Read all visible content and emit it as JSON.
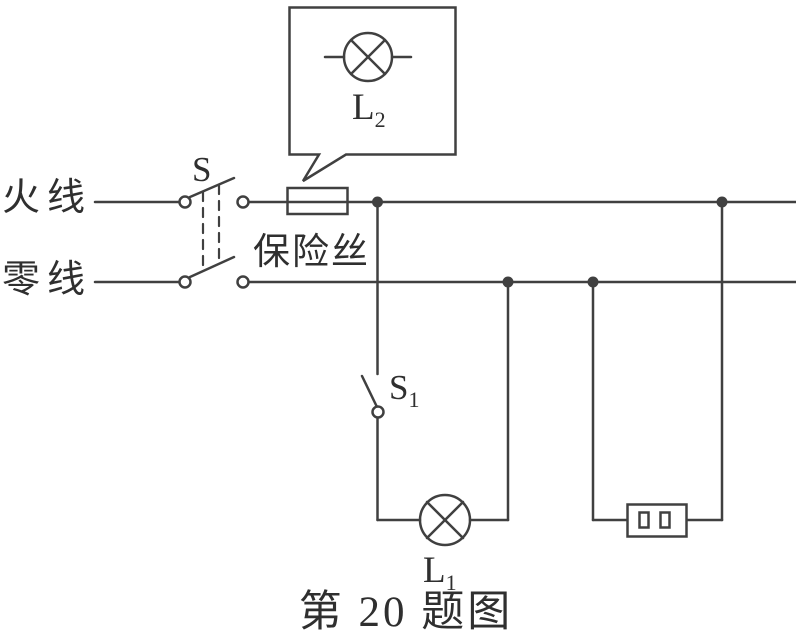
{
  "caption": "第 20 题图",
  "labels": {
    "live_wire": "火线",
    "neutral_wire": "零线",
    "fuse": "保险丝",
    "switch_main": "S",
    "switch_1": {
      "base": "S",
      "sub": "1"
    },
    "lamp_1": {
      "base": "L",
      "sub": "1"
    },
    "lamp_2": {
      "base": "L",
      "sub": "2"
    }
  },
  "colors": {
    "line": "#404040",
    "text": "#2f2f2f",
    "background": "#ffffff"
  }
}
